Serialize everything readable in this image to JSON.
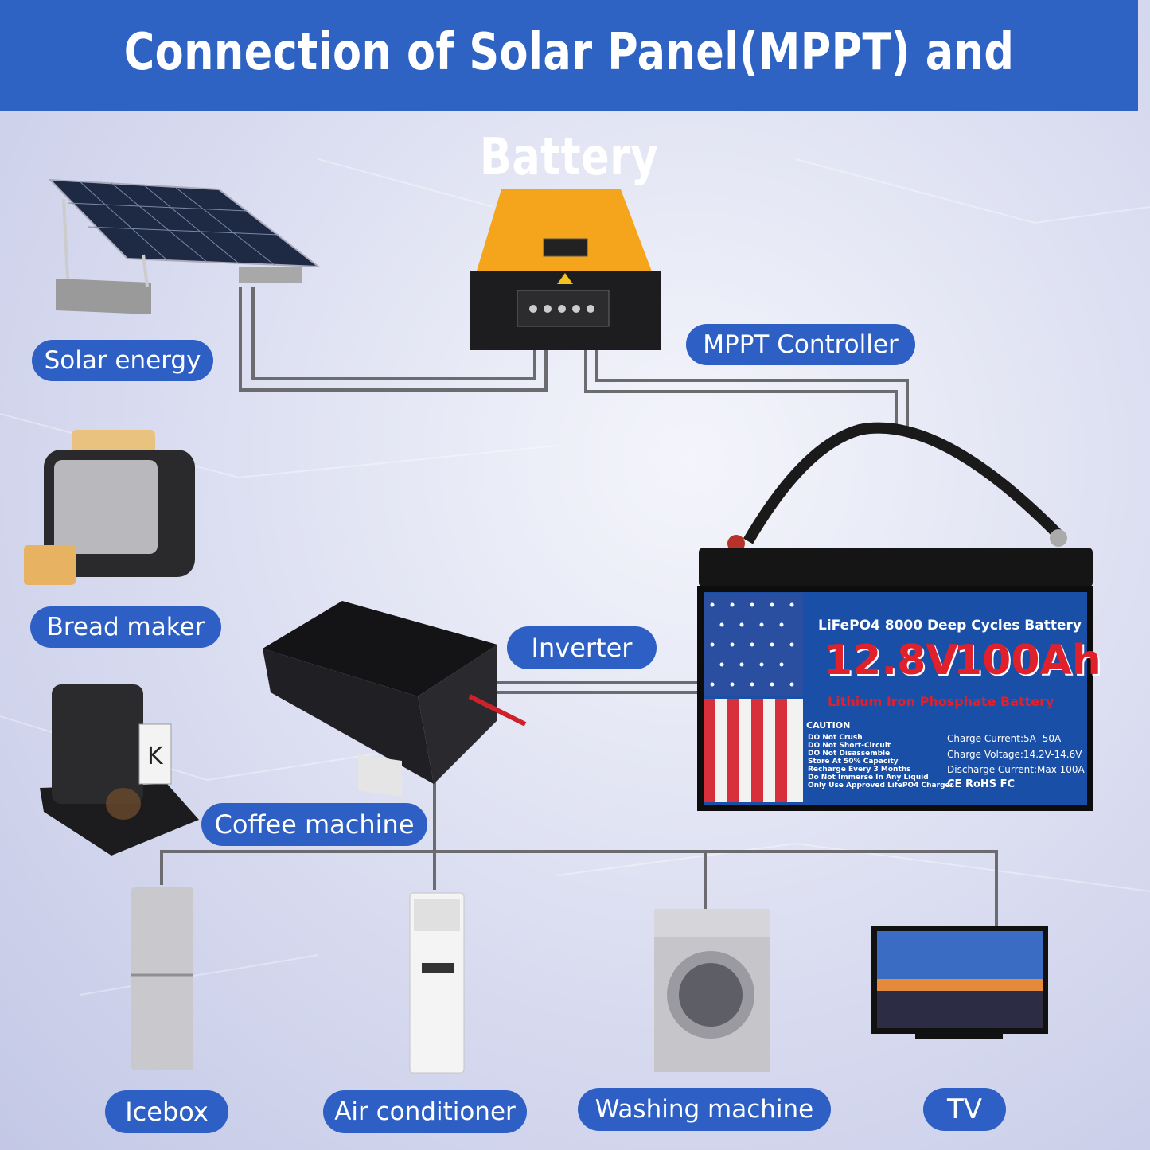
{
  "title": "Connection of Solar Panel(MPPT) and Battery",
  "labels": {
    "solar": "Solar energy",
    "mppt": "MPPT Controller",
    "bread": "Bread maker",
    "inverter": "Inverter",
    "coffee": "Coffee machine",
    "icebox": "Icebox",
    "aircon": "Air conditioner",
    "washer": "Washing machine",
    "tv": "TV"
  },
  "battery": {
    "headline": "LiFePO4 8000 Deep Cycles Battery",
    "voltage": "12.8V",
    "capacity": "100Ah",
    "chemistry": "Lithium Iron Phosphate Battery",
    "caution_title": "CAUTION",
    "caution": [
      "DO Not Crush",
      "DO Not Short-Circuit",
      "DO Not Disassemble",
      "Store At 50% Capacity",
      "Recharge Every 3 Months",
      "Do Not Immerse In Any Liquid",
      "Only Use Approved LifePO4 Charger"
    ],
    "specs": [
      "Charge Current:5A- 50A",
      "Charge Voltage:14.2V-14.6V",
      "Discharge Current:Max 100A"
    ],
    "marks": "CE RoHS FC"
  },
  "colors": {
    "header": "#2f63c3",
    "pill": "#2d5fc5",
    "battery_red": "#e0202a"
  }
}
